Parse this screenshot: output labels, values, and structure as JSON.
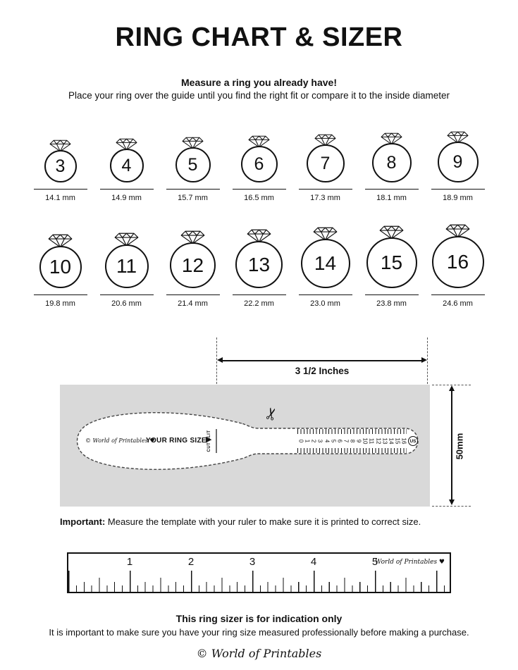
{
  "header": {
    "title": "RING CHART & SIZER",
    "subtitle_bold": "Measure a ring you already have!",
    "subtitle": "Place your ring over the guide until you find the right fit or compare it to the inside diameter"
  },
  "ring_rows": [
    {
      "rings": [
        {
          "size": "3",
          "diameter": "14.1 mm"
        },
        {
          "size": "4",
          "diameter": "14.9 mm"
        },
        {
          "size": "5",
          "diameter": "15.7 mm"
        },
        {
          "size": "6",
          "diameter": "16.5 mm"
        },
        {
          "size": "7",
          "diameter": "17.3 mm"
        },
        {
          "size": "8",
          "diameter": "18.1 mm"
        },
        {
          "size": "9",
          "diameter": "18.9 mm"
        }
      ]
    },
    {
      "rings": [
        {
          "size": "10",
          "diameter": "19.8 mm"
        },
        {
          "size": "11",
          "diameter": "20.6 mm"
        },
        {
          "size": "12",
          "diameter": "21.4 mm"
        },
        {
          "size": "13",
          "diameter": "22.2 mm"
        },
        {
          "size": "14",
          "diameter": "23.0 mm"
        },
        {
          "size": "15",
          "diameter": "23.8 mm"
        },
        {
          "size": "16",
          "diameter": "24.6 mm"
        }
      ]
    }
  ],
  "sizer": {
    "width_label": "3 1/2 Inches",
    "height_label": "50mm",
    "brand": "© World of Printables ♥",
    "size_label": "YOUR RING SIZE",
    "pointer_icon": "▶",
    "cut_slit_label": "CUT SLIT",
    "scissors_icon": "✂",
    "us_label": "US",
    "scale_numbers": [
      "0",
      "1",
      "2",
      "3",
      "4",
      "5",
      "6",
      "7",
      "8",
      "9",
      "10",
      "11",
      "12",
      "13",
      "14",
      "15",
      "16"
    ]
  },
  "important": {
    "label": "Important:",
    "text": " Measure the template with your ruler to make sure it is printed to correct size."
  },
  "ruler": {
    "numbers": [
      "1",
      "2",
      "3",
      "4",
      "5"
    ],
    "brand": "World of Printables ♥"
  },
  "footer": {
    "bold_line": "This ring sizer is for indication only",
    "line": "It is important to make sure you have your ring size measured professionally before making a purchase.",
    "logo": "© World of Printables"
  }
}
